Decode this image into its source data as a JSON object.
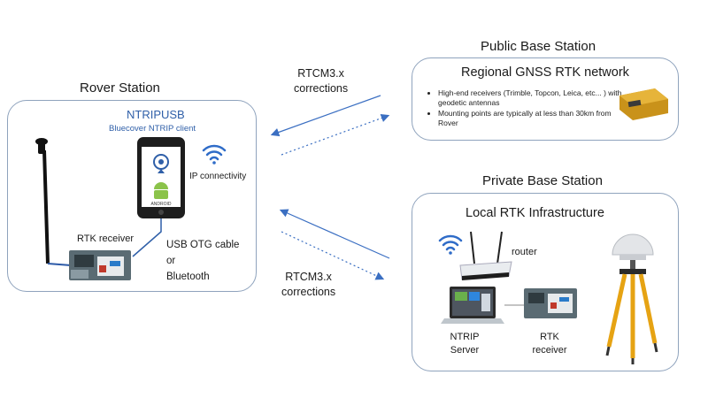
{
  "rover": {
    "title": "Rover Station",
    "device": "NTRIPUSB",
    "client": "Bluecover NTRIP client",
    "ip": "IP connectivity",
    "rtk_receiver": "RTK receiver",
    "link_line1": "USB OTG cable",
    "link_line2": "or",
    "link_line3": "Bluetooth",
    "phone_brand": "ANDROID"
  },
  "corrections_top": {
    "line1": "RTCM3.x",
    "line2": "corrections"
  },
  "corrections_bottom": {
    "line1": "RTCM3.x",
    "line2": "corrections"
  },
  "public": {
    "heading": "Public Base Station",
    "title": "Regional GNSS RTK network",
    "bullets": [
      "High-end receivers (Trimble, Topcon, Leica, etc... ) with geodetic antennas",
      "Mounting points are typically at less than 30km from Rover"
    ]
  },
  "private": {
    "heading": "Private Base Station",
    "title": "Local RTK Infrastructure",
    "router": "router",
    "ntrip_line1": "NTRIP",
    "ntrip_line2": "Server",
    "rtk_line1": "RTK",
    "rtk_line2": "receiver"
  },
  "colors": {
    "box_border": "#8fa3bd",
    "arrow": "#3b6fc2",
    "accent_blue": "#2f5fa8"
  }
}
